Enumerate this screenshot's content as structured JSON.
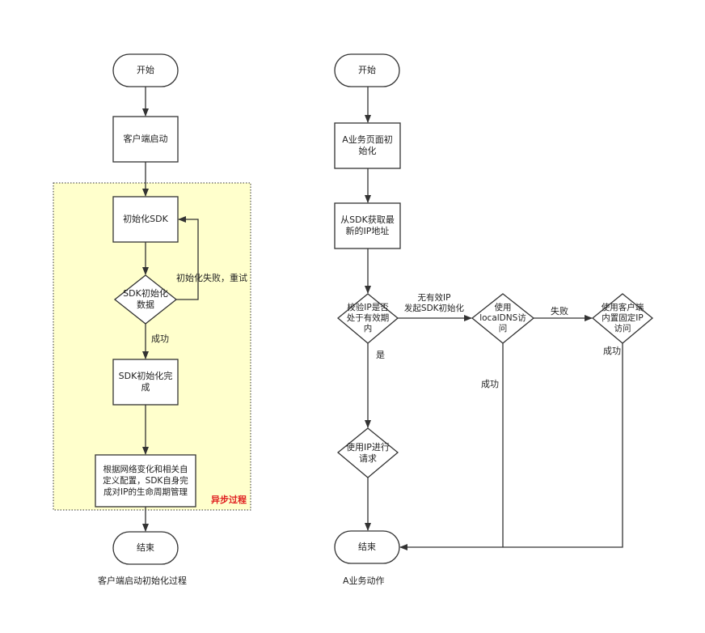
{
  "left": {
    "start": "开始",
    "client_start": "客户端启动",
    "init_sdk": "初始化SDK",
    "init_data": "SDK初始化\n数据",
    "retry_label": "初始化失败，重试",
    "success_label": "成功",
    "init_done": "SDK初始化完\n成",
    "manage": "根据网络变化和相关自\n定义配置，SDK自身完\n成对IP的生命周期管理",
    "async_label": "异步过程",
    "end": "结束",
    "caption": "客户端启动初始化过程"
  },
  "right": {
    "start": "开始",
    "page_init": "A业务页面初\n始化",
    "get_ip": "从SDK获取最\n新的IP地址",
    "check_ip": "校验IP是否\n处于有效期\n内",
    "no_valid_ip": "无有效IP\n发起SDK初始化",
    "yes_label": "是",
    "use_local_dns": "使用\nlocalDNS访\n问",
    "fail_label": "失败",
    "use_fixed_ip": "使用客户端\n内置固定IP\n访问",
    "success_label_1": "成功",
    "success_label_2": "成功",
    "use_ip": "使用IP进行\n请求",
    "end": "结束",
    "caption": "A业务动作"
  },
  "colors": {
    "async_bg": "#ffffcc",
    "async_text": "#e02020",
    "stroke": "#333333"
  }
}
